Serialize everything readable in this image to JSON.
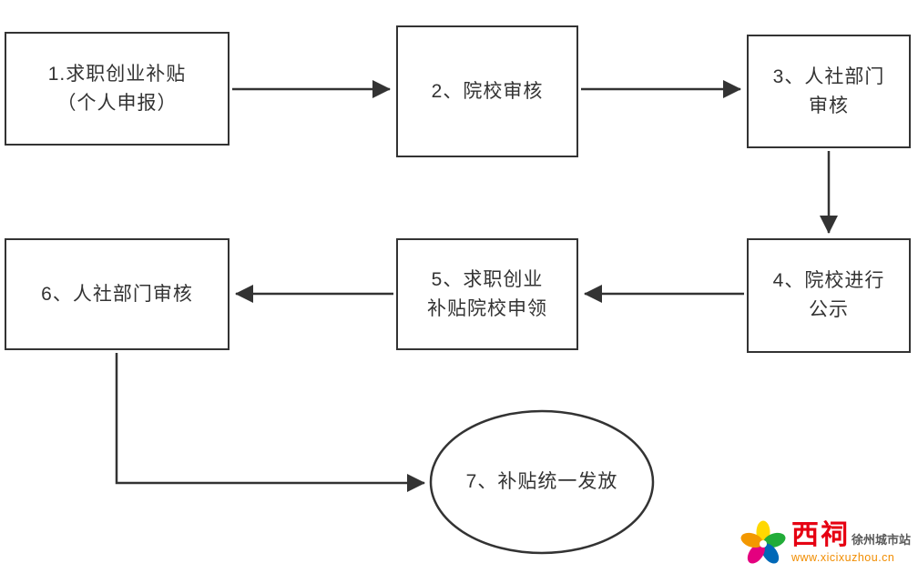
{
  "nodes": {
    "step1": {
      "line1": "1.求职创业补贴",
      "line2": "（个人申报）"
    },
    "step2": {
      "line1": "2、院校审核",
      "line2": ""
    },
    "step3": {
      "line1": "3、人社部门",
      "line2": "审核"
    },
    "step4": {
      "line1": "4、院校进行",
      "line2": "公示"
    },
    "step5": {
      "line1": "5、求职创业",
      "line2": "补贴院校申领"
    },
    "step6": {
      "line1": "6、人社部门审核",
      "line2": ""
    },
    "step7": {
      "line1": "7、补贴统一发放",
      "line2": ""
    }
  },
  "logo": {
    "brand": "西祠",
    "site_suffix": "徐州城市站",
    "url": "www.xicixuzhou.cn",
    "petals": [
      "#ffd800",
      "#22ac38",
      "#0068b7",
      "#e4007f",
      "#f39800"
    ]
  },
  "colors": {
    "box_border": "#333333",
    "arrow": "#333333",
    "node_text": "#333333",
    "logo_red": "#e60012",
    "logo_site_gray": "#595959",
    "logo_url_orange": "#f18d00"
  }
}
